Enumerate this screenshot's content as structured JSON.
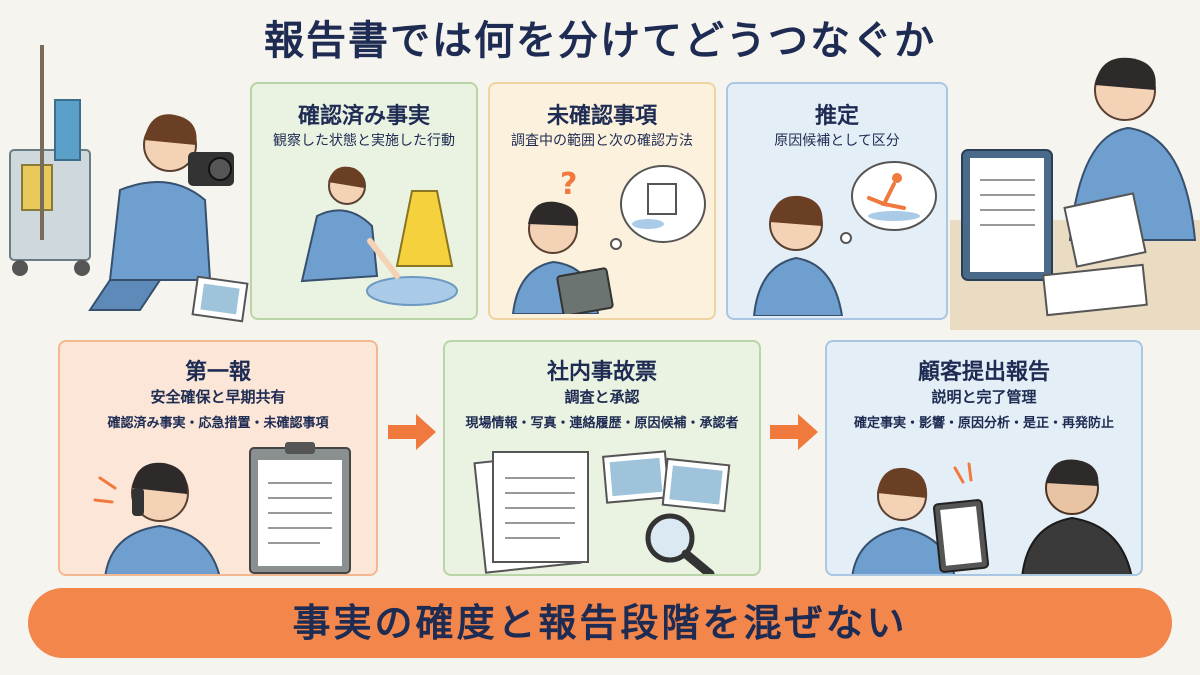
{
  "title": "報告書では何を分けてどうつなぐか",
  "top_cards": [
    {
      "title": "確認済み事実",
      "subtitle": "観察した状態と実施した行動"
    },
    {
      "title": "未確認事項",
      "subtitle": "調査中の範囲と次の確認方法"
    },
    {
      "title": "推定",
      "subtitle": "原因候補として区分"
    }
  ],
  "flow_stages": [
    {
      "title": "第一報",
      "subtitle": "安全確保と早期共有",
      "contents": "確認済み事実・応急措置・未確認事項"
    },
    {
      "title": "社内事故票",
      "subtitle": "調査と承認",
      "contents": "現場情報・写真・連絡履歴・原因候補・承認者"
    },
    {
      "title": "顧客提出報告",
      "subtitle": "説明と完了管理",
      "contents": "確定事実・影響・原因分析・是正・再発防止"
    }
  ],
  "question_mark": "?",
  "banner": "事実の確度と報告段階を混ぜない",
  "colors": {
    "title": "#1e2b52",
    "banner": "#f3864a",
    "arrow": "#f07a3e",
    "green_card": "#eaf2e1",
    "yellow_card": "#fbf1dc",
    "blue_card": "#e4eef7",
    "peach_card": "#fbe6d8"
  }
}
